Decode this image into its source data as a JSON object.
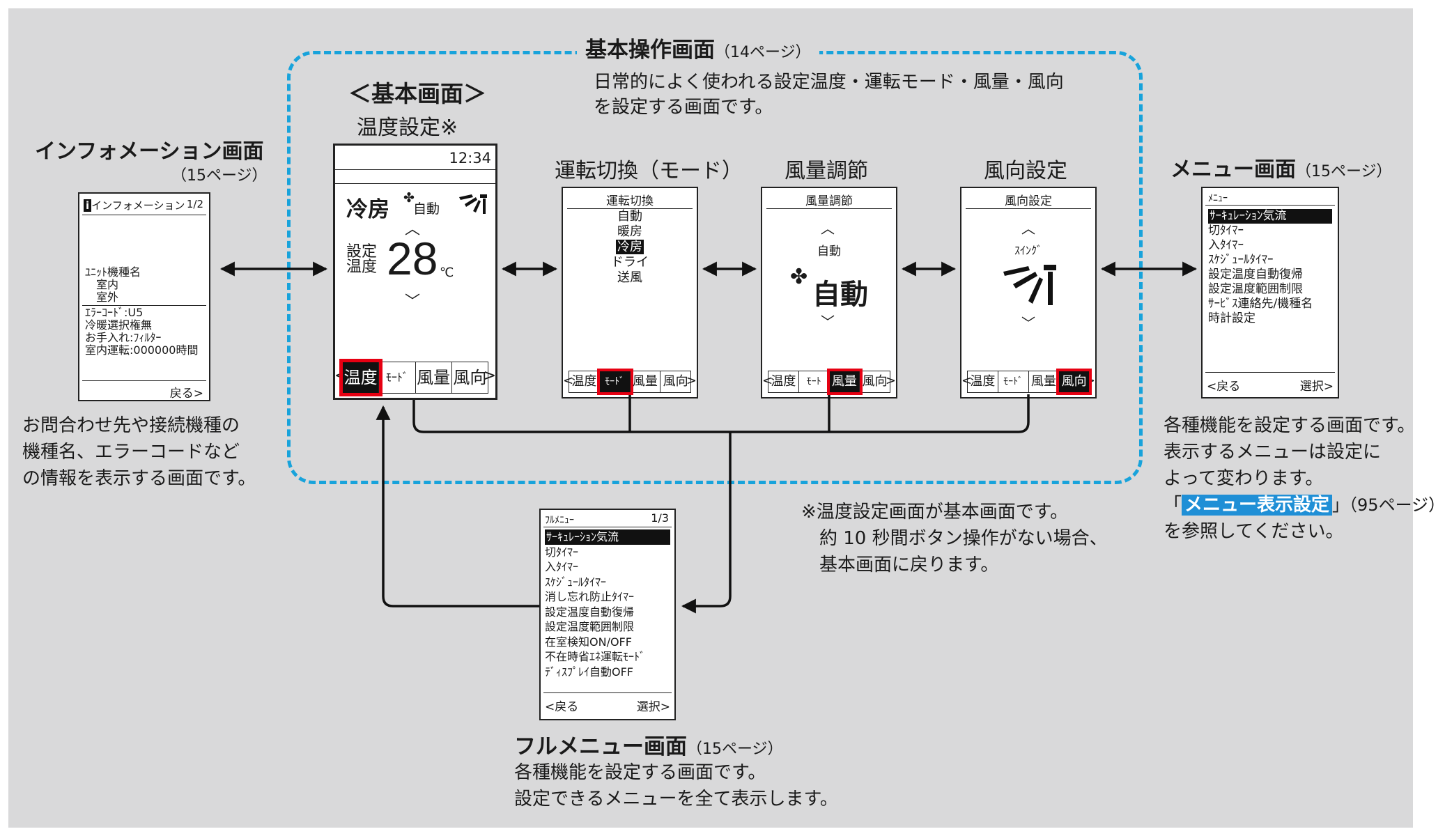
{
  "basic_op": {
    "title": "基本操作画面",
    "page": "（14ページ）",
    "desc": [
      "日常的によく使われる設定温度・運転モード・風量・風向",
      "を設定する画面です。"
    ]
  },
  "basic_screen": {
    "heading": "＜基本画面＞",
    "sub": "温度設定※",
    "time": "12:34",
    "mode": "冷房",
    "fan_label": "自動",
    "up": "^",
    "down": "v",
    "set_label_1": "設定",
    "set_label_2": "温度",
    "temp": "28",
    "unit": "℃",
    "tabs": [
      "温度",
      "ﾓｰﾄﾞ",
      "風量",
      "風向"
    ],
    "left_arrow": "<",
    "right_arrow": ">"
  },
  "info": {
    "title": "インフォメーション画面",
    "page": "（15ページ）",
    "screen_header": "インフォメーション",
    "screen_page": "1/2",
    "lines_top": [
      "ﾕﾆｯﾄ機種名",
      "　室内",
      "　室外"
    ],
    "lines_bottom": [
      "ｴﾗｰｺｰﾄﾞ:U5",
      "冷暖選択権無",
      "お手入れ:ﾌｨﾙﾀｰ",
      "室内運転:000000時間"
    ],
    "back": "戻る>",
    "desc": [
      "お問合わせ先や接続機種の",
      "機種名、エラーコードなど",
      "の情報を表示する画面です。"
    ]
  },
  "mode": {
    "title": "運転切換（モード）",
    "screen_header": "運転切換",
    "items": [
      "自動",
      "暖房",
      "冷房",
      "ドライ",
      "送風"
    ],
    "selected": "冷房",
    "tabs": [
      "温度",
      "ﾓｰﾄﾞ",
      "風量",
      "風向"
    ]
  },
  "fan": {
    "title": "風量調節",
    "screen_header": "風量調節",
    "label": "自動",
    "big": "自動",
    "tabs": [
      "温度",
      "ﾓｰﾄ",
      "風量",
      "風向"
    ]
  },
  "dir": {
    "title": "風向設定",
    "screen_header": "風向設定",
    "label": "ｽｲﾝｸﾞ",
    "tabs": [
      "温度",
      "ﾓｰﾄﾞ",
      "風量",
      "風向"
    ]
  },
  "menu": {
    "title": "メニュー画面",
    "page": "（15ページ）",
    "screen_header": "ﾒﾆｭｰ",
    "items": [
      "ｻｰｷｭﾚｰｼｮﾝ気流",
      "切ﾀｲﾏｰ",
      "入ﾀｲﾏｰ",
      "ｽｹｼﾞｭｰﾙﾀｲﾏｰ",
      "設定温度自動復帰",
      "設定温度範囲制限",
      "ｻｰﾋﾞｽ連絡先/機種名",
      "時計設定"
    ],
    "back": "<戻る",
    "select": "選択>",
    "desc": [
      "各種機能を設定する画面です。",
      "表示するメニューは設定に",
      "よって変わります。"
    ],
    "ref_open": "「",
    "ref_link": "メニュー表示設定",
    "ref_close": "」（95ページ）",
    "ref_after": "を参照してください。"
  },
  "full_menu": {
    "title": "フルメニュー画面",
    "page": "（15ページ）",
    "screen_header": "ﾌﾙﾒﾆｭｰ",
    "screen_page": "1/3",
    "items": [
      "ｻｰｷｭﾚｰｼｮﾝ気流",
      "切ﾀｲﾏｰ",
      "入ﾀｲﾏｰ",
      "ｽｹｼﾞｭｰﾙﾀｲﾏｰ",
      "消し忘れ防止ﾀｲﾏｰ",
      "設定温度自動復帰",
      "設定温度範囲制限",
      "在室検知ON/OFF",
      "不在時省ｴﾈ運転ﾓｰﾄﾞ",
      "ﾃﾞｨｽﾌﾟﾚｲ自動OFF"
    ],
    "back": "<戻る",
    "select": "選択>",
    "desc": [
      "各種機能を設定する画面です。",
      "設定できるメニューを全て表示します。"
    ]
  },
  "note": [
    "※温度設定画面が基本画面です。",
    "　約 10 秒間ボタン操作がない場合、",
    "　基本画面に戻ります。"
  ],
  "colors": {
    "dashed_border": "#18a3db",
    "highlight_red": "#e60012",
    "link_bg": "#1f8fd6",
    "background": "#d9d9da"
  }
}
